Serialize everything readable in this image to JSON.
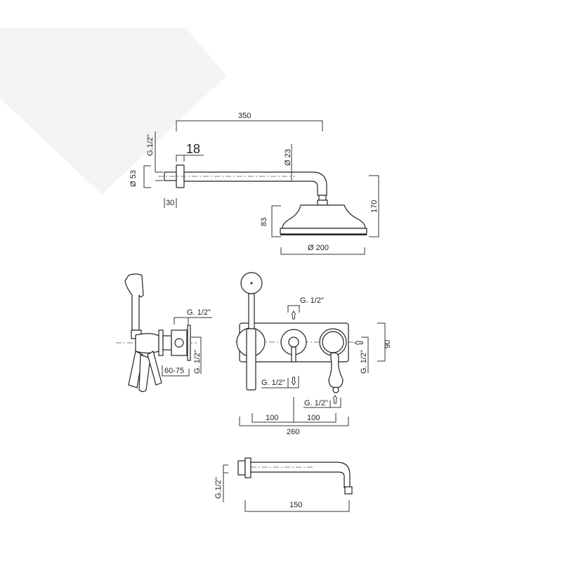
{
  "colors": {
    "background": "#ffffff",
    "watermark": "#f3f3f3",
    "line": "#222222"
  },
  "shower_arm": {
    "length": "350",
    "thread": "G.1/2\"",
    "flange_thickness": "18",
    "flange_diameter": "Ø 53",
    "pipe_diameter": "Ø 23",
    "stub_length": "30"
  },
  "shower_head": {
    "height": "83",
    "total_drop": "170",
    "diameter": "Ø 200"
  },
  "side_view": {
    "thread": "G. 1/2\"",
    "wall_depth": "60-75",
    "thread_vertical": "G. 1/2\""
  },
  "front_view": {
    "thread_top": "G. 1/2\"",
    "thread_bottom": "G. 1/2\"",
    "thread_bottom_right": "G. 1/2\"",
    "thread_right": "G. 1/2\"",
    "plate_height": "90",
    "spacing_left": "100",
    "spacing_right": "100",
    "plate_width": "260"
  },
  "spout": {
    "thread": "G.1/2\"",
    "length": "150"
  }
}
